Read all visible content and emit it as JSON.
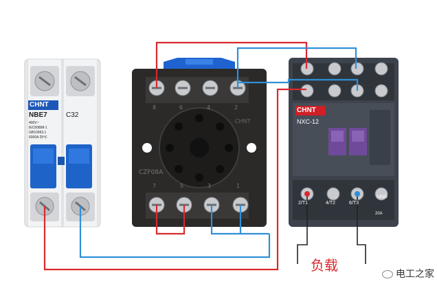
{
  "breaker": {
    "brand": "CHNT",
    "model": "NBE7",
    "rating": "C32",
    "specs": [
      "400V~",
      "IEC60898-1",
      "GB10963.1",
      "6000A 25℃"
    ]
  },
  "relay_base": {
    "model": "CZF08A",
    "mark": "CHNT",
    "top_terminals": [
      "8",
      "6",
      "4",
      "2"
    ],
    "bottom_terminals": [
      "7",
      "5",
      "3",
      "1"
    ]
  },
  "contactor": {
    "brand": "CHNT",
    "model": "NXC-12",
    "bottom_terminals": [
      "2/T1",
      "4/T2",
      "6/T3"
    ],
    "aux": "14NO",
    "current": "20A"
  },
  "load_label": "负载",
  "watermark": "电工之家",
  "colors": {
    "red_wire": "#d9282f",
    "blue_wire": "#2f8fd8",
    "breaker_blue": "#1e63c8",
    "base_dark": "#2b2a29",
    "contactor_dark": "#3d434c",
    "chnt_red": "#d01f26"
  }
}
